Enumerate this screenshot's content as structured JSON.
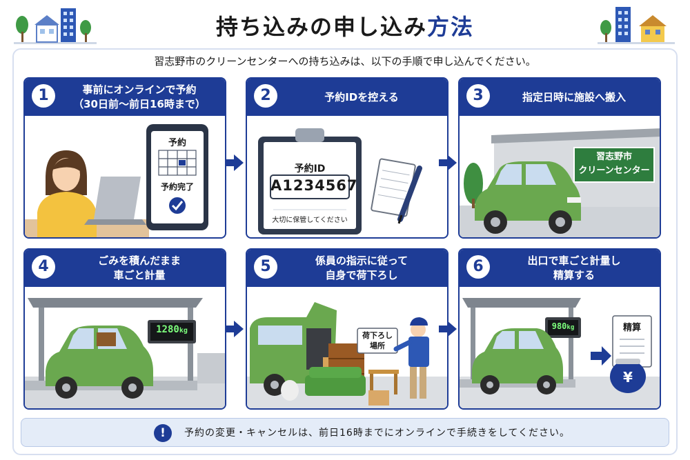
{
  "header": {
    "title_main": "持ち込みの申し込み",
    "title_accent": "方法"
  },
  "intro": "習志野市のクリーンセンターへの持ち込みは、以下の手順で申し込んでください。",
  "steps": [
    {
      "num": "1",
      "title_line1": "事前にオンラインで予約",
      "title_line2": "（30日前〜前日16時まで）",
      "phone_label": "予約",
      "phone_done": "予約完了"
    },
    {
      "num": "2",
      "title_line1": "予約IDを控える",
      "title_line2": "",
      "id_label": "予約ID",
      "id_value": "A1234567",
      "id_note": "大切に保管してください"
    },
    {
      "num": "3",
      "title_line1": "指定日時に施設へ搬入",
      "title_line2": "",
      "sign_line1": "習志野市",
      "sign_line2": "クリーンセンター"
    },
    {
      "num": "4",
      "title_line1": "ごみを積んだまま",
      "title_line2": "車ごと計量",
      "scale_value": "1280",
      "scale_unit": "kg"
    },
    {
      "num": "5",
      "title_line1": "係員の指示に従って",
      "title_line2": "自身で荷下ろし",
      "sign_line1": "荷下ろし",
      "sign_line2": "場所"
    },
    {
      "num": "6",
      "title_line1": "出口で車ごと計量し",
      "title_line2": "精算する",
      "scale_value": "980",
      "scale_unit": "kg",
      "receipt_label": "精算",
      "yen_symbol": "¥"
    }
  ],
  "notice": {
    "icon": "!",
    "text": "予約の変更・キャンセルは、前日16時までにオンラインで手続きをしてください。"
  },
  "colors": {
    "navy": "#1e3c96",
    "car_green": "#6aa84f",
    "sign_green": "#2e7d3e",
    "notice_bg": "#e4ecf8"
  }
}
